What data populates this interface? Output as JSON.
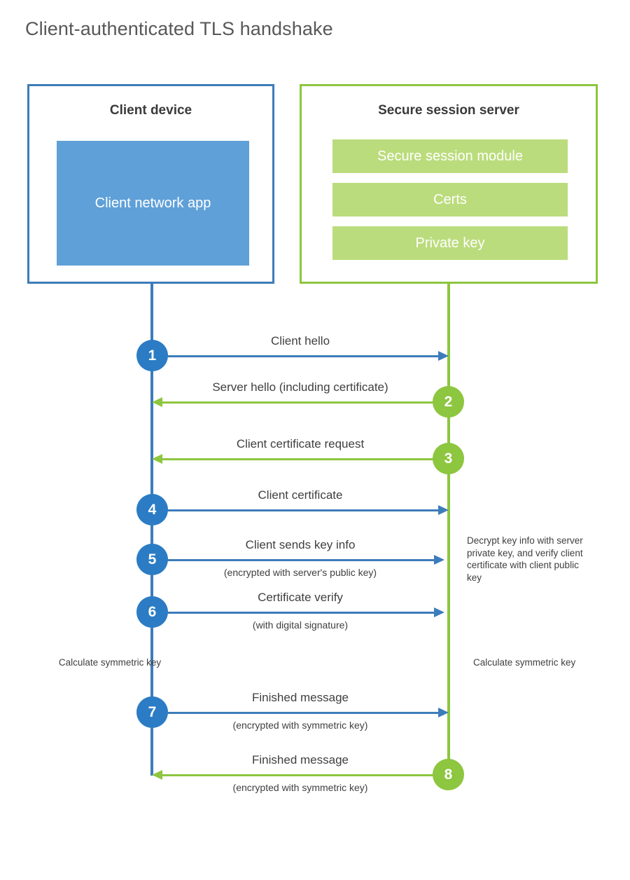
{
  "title": "Client-authenticated TLS handshake",
  "colors": {
    "blue_accent": "#3d7cba",
    "blue_badge": "#2b7cc4",
    "blue_fill": "#5fa0d8",
    "green_accent": "#8dc63f",
    "green_fill": "#bbdc7c",
    "text": "#3f3f41",
    "title_text": "#58585a"
  },
  "actors": {
    "client": {
      "title": "Client device",
      "block_label": "Client network app"
    },
    "server": {
      "title": "Secure session server",
      "rows": [
        {
          "label": "Secure session module"
        },
        {
          "label": "Certs"
        },
        {
          "label": "Private key"
        }
      ]
    }
  },
  "messages": [
    {
      "number": "1",
      "label": "Client hello",
      "sublabel": "",
      "direction": "client-to-server",
      "color": "blue"
    },
    {
      "number": "2",
      "label": "Server hello (including certificate)",
      "sublabel": "",
      "direction": "server-to-client",
      "color": "green"
    },
    {
      "number": "3",
      "label": "Client certificate request",
      "sublabel": "",
      "direction": "server-to-client",
      "color": "green"
    },
    {
      "number": "4",
      "label": "Client certificate",
      "sublabel": "",
      "direction": "client-to-server",
      "color": "blue"
    },
    {
      "number": "5",
      "label": "Client sends key info",
      "sublabel": "(encrypted with server's public key)",
      "direction": "client-to-server",
      "color": "blue"
    },
    {
      "number": "6",
      "label": "Certificate verify",
      "sublabel": "(with digital signature)",
      "direction": "client-to-server",
      "color": "blue"
    },
    {
      "number": "7",
      "label": "Finished message",
      "sublabel": "(encrypted with symmetric key)",
      "direction": "client-to-server",
      "color": "blue"
    },
    {
      "number": "8",
      "label": "Finished message",
      "sublabel": "(encrypted with symmetric key)",
      "direction": "server-to-client",
      "color": "green"
    }
  ],
  "notes": {
    "server_decrypt": "Decrypt key info with server private key, and verify client certificate with client public key",
    "calculate_client": "Calculate symmetric key",
    "calculate_server": "Calculate symmetric key"
  }
}
